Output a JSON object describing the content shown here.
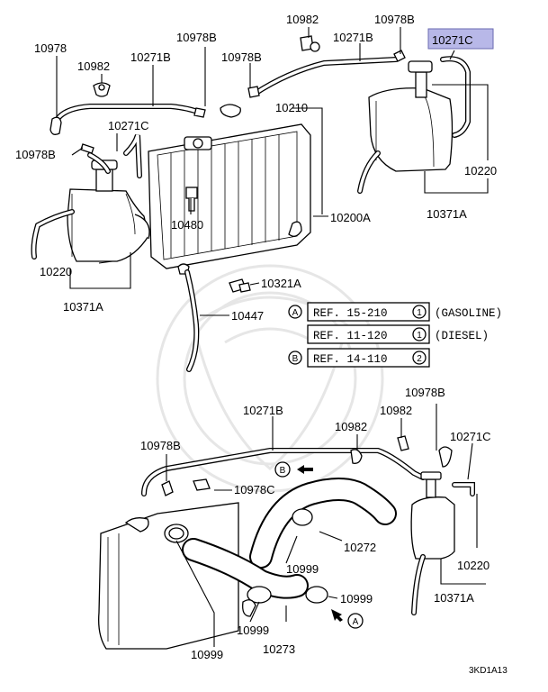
{
  "labels": {
    "p10978_top": "10978",
    "p10982_a": "10982",
    "p10271B_a": "10271B",
    "p10978B_a": "10978B",
    "p10978B_b": "10978B",
    "p10982_top": "10982",
    "p10271B_top": "10271B",
    "p10978B_top": "10978B",
    "p10271C_hl": "10271C",
    "p10271C_a": "10271C",
    "p10978B_c": "10978B",
    "p10210": "10210",
    "p10220_r": "10220",
    "p10200A": "10200A",
    "p10371A_r": "10371A",
    "p10480": "10480",
    "p10220_l": "10220",
    "p10371A_l": "10371A",
    "p10321A": "10321A",
    "p10447": "10447",
    "p10978B_m": "10978B",
    "p10271B_m": "10271B",
    "p10982_m1": "10982",
    "p10982_m2": "10982",
    "p10271C_m": "10271C",
    "p10978B_bl": "10978B",
    "p10978C": "10978C",
    "p10220_b": "10220",
    "p10272": "10272",
    "p10999_a": "10999",
    "p10999_b": "10999",
    "p10371A_b": "10371A",
    "p10999_c": "10999",
    "p10999_d": "10999",
    "p10273": "10273",
    "code": "3KD1A13"
  },
  "refs": [
    {
      "marker": "A",
      "text": "REF. 15-210",
      "num": "1",
      "note": "(GASOLINE)"
    },
    {
      "marker": "",
      "text": "REF. 11-120",
      "num": "1",
      "note": "(DIESEL)"
    },
    {
      "marker": "B",
      "text": "REF. 14-110",
      "num": "2",
      "note": ""
    }
  ],
  "flow_markers": {
    "b": "B",
    "a": "A"
  },
  "colors": {
    "highlight": "#b8b8e8",
    "highlight_border": "#6a6ab0",
    "line": "#000000"
  }
}
